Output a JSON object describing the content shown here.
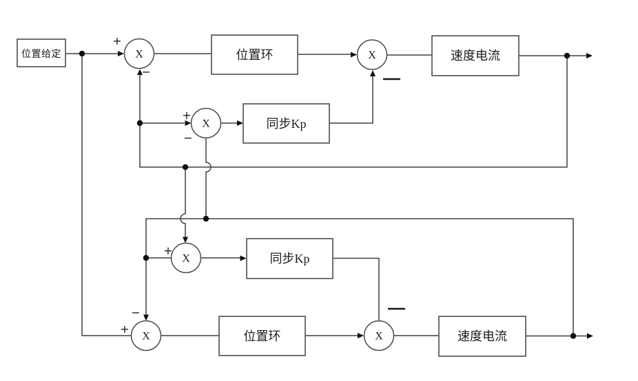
{
  "palette": {
    "background": "#ffffff",
    "wire": "#3f3f3f",
    "box_border": "#565656",
    "box_fill": "#ffffff",
    "text": "#1c1c1c",
    "node": "#101010"
  },
  "blocks": {
    "position_setpoint": {
      "label": "位置给定"
    },
    "top_axis": {
      "position_loop": {
        "label": "位置环"
      },
      "sync_kp": {
        "label": "同步Kp"
      },
      "speed_current": {
        "label": "速度电流"
      }
    },
    "bottom_axis": {
      "sync_kp": {
        "label": "同步Kp"
      },
      "position_loop": {
        "label": "位置环"
      },
      "speed_current": {
        "label": "速度电流"
      }
    }
  },
  "summing_junction": {
    "symbol": "X"
  },
  "signs": {
    "plus": "+",
    "minus": "−"
  }
}
